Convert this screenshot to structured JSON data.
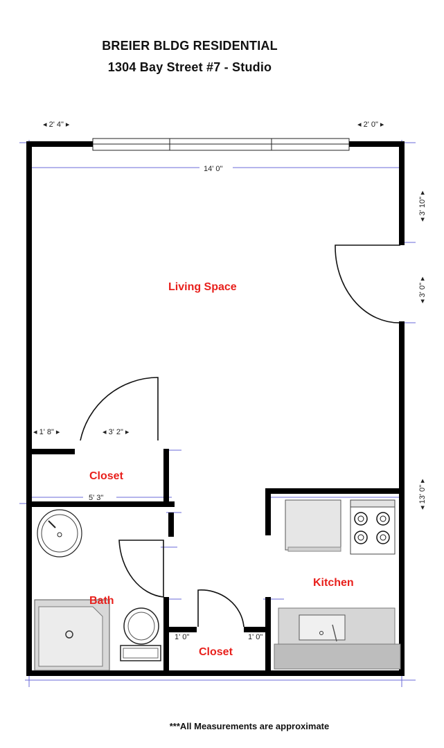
{
  "header": {
    "title": "BREIER BLDG RESIDENTIAL",
    "subtitle": "1304 Bay Street #7 - Studio"
  },
  "dimensions": {
    "top_left": "2' 4\"",
    "top_right": "2' 0\"",
    "overall_width": "14' 0\"",
    "right_upper": "3' 10\"",
    "right_door": "3' 0\"",
    "right_lower": "13' 0\"",
    "closet_left": "1' 8\"",
    "closet_door": "3' 2\"",
    "bath_width": "5' 3\"",
    "closet2_left": "1' 0\"",
    "closet2_right": "1' 0\""
  },
  "rooms": {
    "living": "Living Space",
    "closet1": "Closet",
    "bath": "Bath",
    "kitchen": "Kitchen",
    "closet2": "Closet"
  },
  "footer": {
    "note": "***All Measurements are approximate"
  },
  "colors": {
    "wall": "#000000",
    "dimension_line": "#6a6ad8",
    "room_label": "#e8201c",
    "fixture_fill": "#d8d8d8"
  }
}
